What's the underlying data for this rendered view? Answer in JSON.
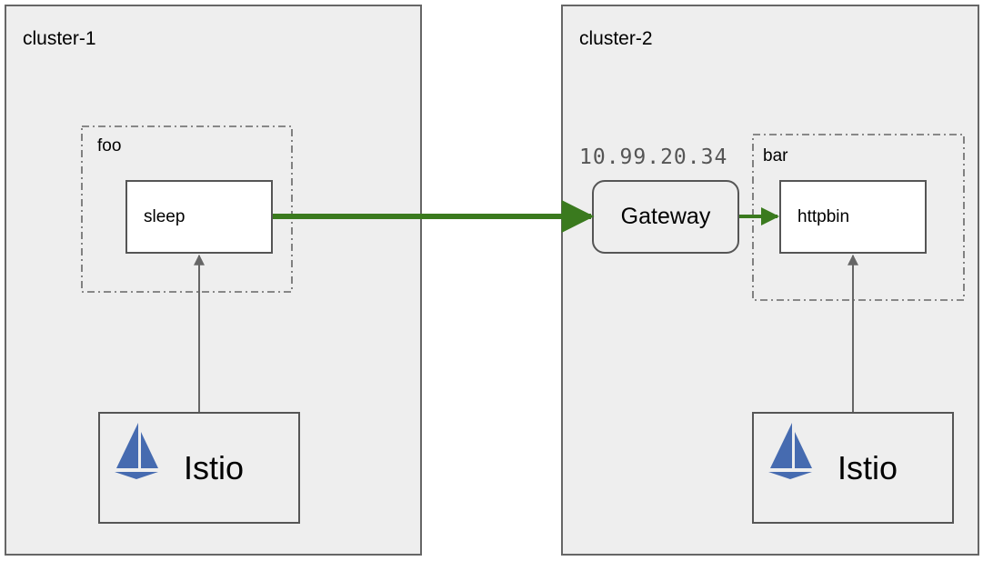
{
  "clusters": [
    {
      "label": "cluster-1",
      "namespace": "foo",
      "service": "sleep",
      "control_plane": "Istio"
    },
    {
      "label": "cluster-2",
      "namespace": "bar",
      "service": "httpbin",
      "control_plane": "Istio",
      "gateway": {
        "label": "Gateway",
        "ip": "10.99.20.34"
      }
    }
  ],
  "colors": {
    "cluster_fill": "#eeeeee",
    "border": "#555555",
    "traffic_arrow": "#3a7a1e",
    "control_arrow": "#666666",
    "istio_logo": "#466bb0"
  },
  "icons": {
    "istio_logo": "istio-sail-icon"
  }
}
